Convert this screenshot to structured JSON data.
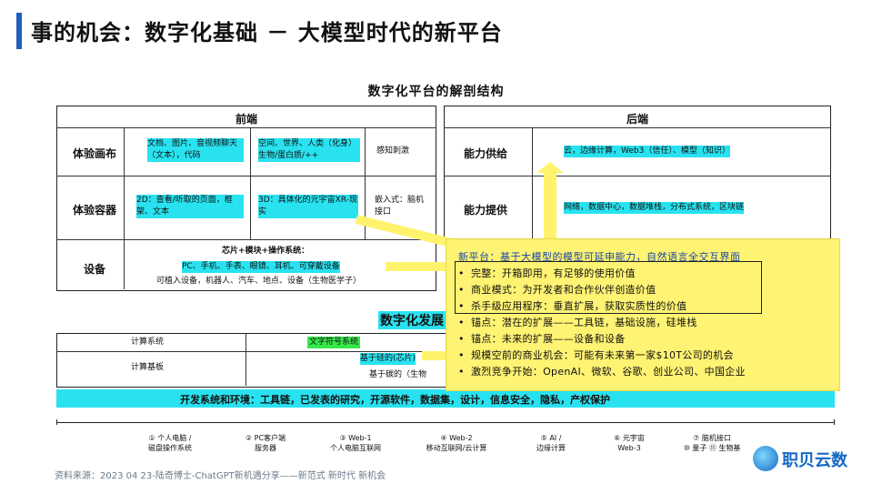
{
  "header": {
    "title": "事的机会：数字化基础 － 大模型时代的新平台"
  },
  "diagram": {
    "subtitle": "数字化平台的解剖结构",
    "front": {
      "title": "前端",
      "rows": [
        {
          "label": "体验画布",
          "c1": "文档、图片、音视频聊天（文本），代码",
          "c2": "空间、世界、人类（化身）生物/蛋白质/++",
          "c3": "感知刺激"
        },
        {
          "label": "体验容器",
          "c1": "2D：查看/听取的页面，框架、文本",
          "c2": "3D：具体化的元宇宙XR-现实",
          "c3": "嵌入式：脑机接口"
        },
        {
          "label": "设备",
          "c1": "芯片+模块+操作系统：",
          "c2": "PC、手机、手表、眼镜、耳机、可穿戴设备",
          "c3": "可植入设备，机器人、汽车、地点、设备（生物医学子）"
        }
      ]
    },
    "back": {
      "title": "后端",
      "rows": [
        {
          "label": "能力供给",
          "c1": "云，边缘计算，Web3（信任）、模型（知识）"
        },
        {
          "label": "能力提供",
          "c1": "网络，数据中心，数据堆栈，分布式系统，区块链"
        }
      ]
    },
    "dev": {
      "title": "数字化发展",
      "rows": [
        {
          "label": "计算系统",
          "tag": "文字符号系统"
        },
        {
          "label": "计算基板",
          "tag": "基于硅的(芯片)",
          "tag2": "基于碳的（生物"
        }
      ],
      "bottom": "开发系统和环境：工具链，已发表的研究，开源软件，数据集，设计，信息安全，隐私，产权保护"
    },
    "overlay": {
      "heading": "新平台：基于大模型的模型可延申能力，自然语言全交互界面",
      "items": [
        "完整：开箱即用，有足够的使用价值",
        "商业模式：为开发者和合作伙伴创造价值",
        "杀手级应用程序：垂直扩展，获取实质性的价值",
        "锚点：潜在的扩展——工具链，基础设施，硅堆栈",
        "锚点：未来的扩展——设备和设备",
        "规模空前的商业机会：可能有未来第一家$10T公司的机会",
        "激烈竞争开始：OpenAI、微软、谷歌、创业公司、中国企业"
      ]
    },
    "timeline": [
      {
        "n": "①",
        "t1": "个人电脑 /",
        "t2": "磁盘操作系统"
      },
      {
        "n": "②",
        "t1": "PC客户端",
        "t2": "服务器"
      },
      {
        "n": "③",
        "t1": "Web-1",
        "t2": "个人电脑互联网"
      },
      {
        "n": "④",
        "t1": "Web-2",
        "t2": "移动互联网/云计算"
      },
      {
        "n": "⑤",
        "t1": "AI /",
        "t2": "边缘计算"
      },
      {
        "n": "⑥",
        "t1": "元宇宙",
        "t2": "Web-3"
      },
      {
        "n": "⑦",
        "t1": "脑机接口",
        "t2": "⑩ 量子 ⑪ 生物基"
      }
    ]
  },
  "footer": {
    "source": "资料来源：2023 04 23-陆奇博士-ChatGPT新机遇分享——新范式 新时代 新机会"
  },
  "logo": {
    "text": "职贝云数"
  },
  "colors": {
    "accent": "#1e5fbf",
    "highlight": "#29e2f0",
    "overlay": "#fff36e"
  }
}
